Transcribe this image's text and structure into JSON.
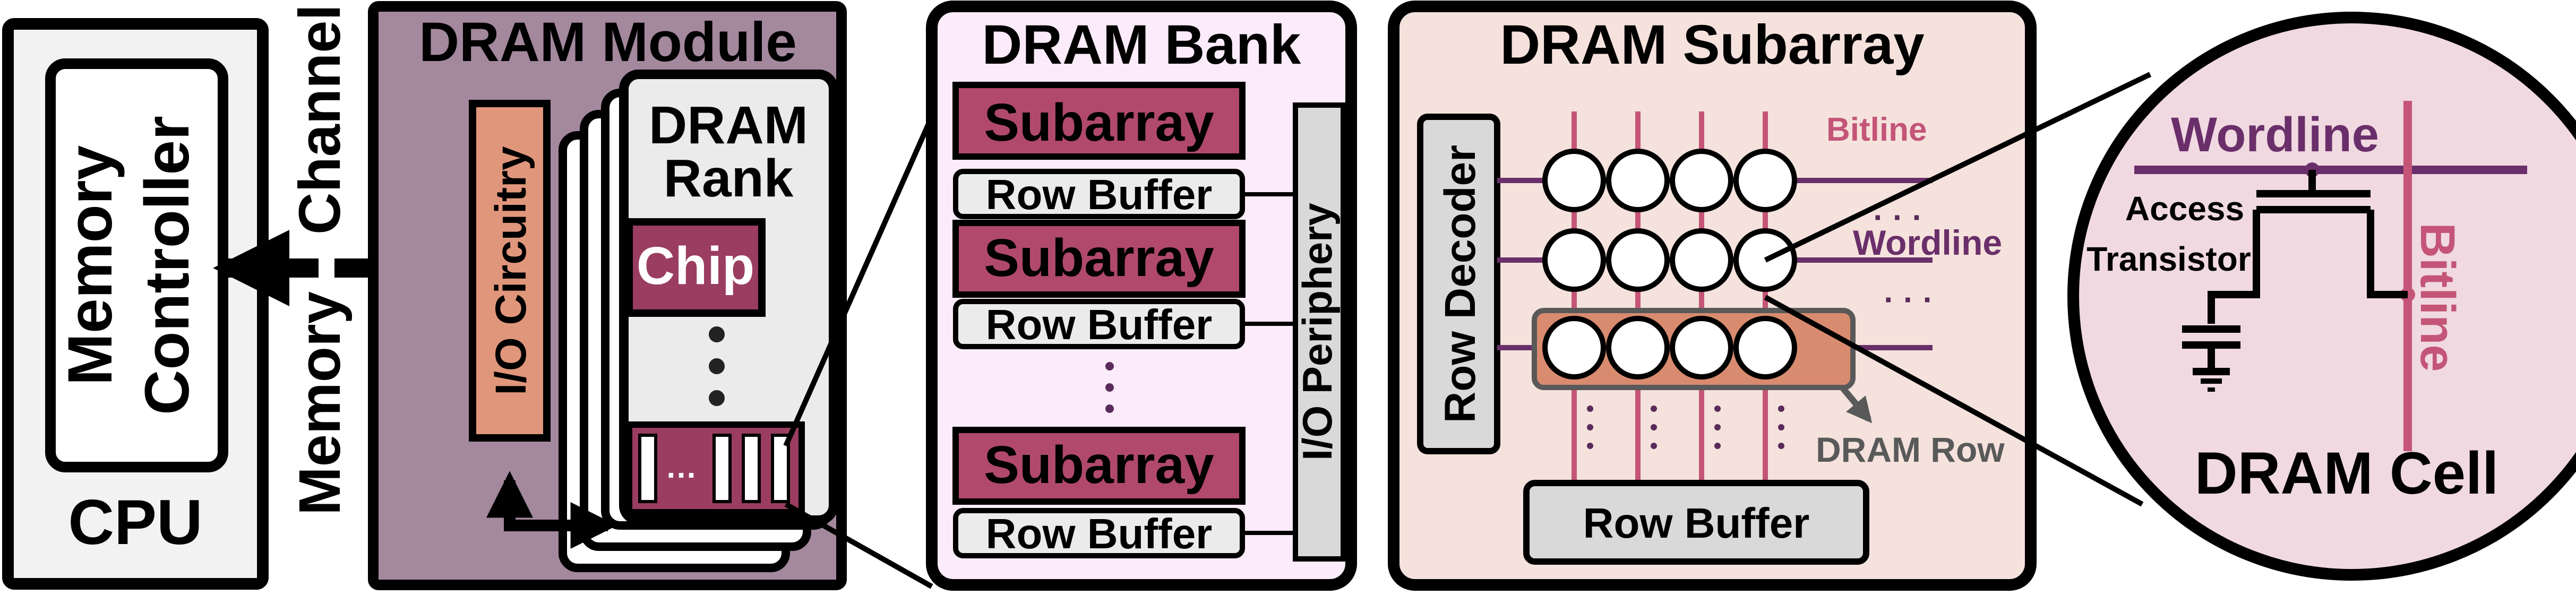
{
  "colors": {
    "cpu_bg": "#f2f2f2",
    "module_bg": "#a4889e",
    "bank_bg": "#fcebfa",
    "subarray_panel_bg": "#f5e2dc",
    "cell_circle_bg": "#f0d9e0",
    "io_circuitry": "#e0967b",
    "subarray_block": "#b1496c",
    "chip_block": "#9a3d60",
    "row_highlight": "#d88b6f",
    "wordline": "#6a2f6a",
    "bitline": "#c45578",
    "grey_box": "#d9d9d9",
    "arrow_grey": "#595959",
    "stroke": "#000000"
  },
  "cpu": {
    "label": "CPU",
    "memory_controller_line1": "Memory",
    "memory_controller_line2": "Controller"
  },
  "channel": {
    "label_line1": "Memory",
    "label_line2": "Channel"
  },
  "module": {
    "title": "DRAM Module",
    "io_label": "I/O Circuitry",
    "rank_line1": "DRAM",
    "rank_line2": "Rank",
    "chip_label": "Chip",
    "chip_dots": "…"
  },
  "bank": {
    "title": "DRAM Bank",
    "subarray_label": "Subarray",
    "row_buffer_label": "Row Buffer",
    "io_periphery_label": "I/O Periphery"
  },
  "subarray": {
    "title": "DRAM Subarray",
    "row_decoder_label": "Row Decoder",
    "row_buffer_label": "Row Buffer",
    "bitline_label": "Bitline",
    "wordline_label": "Wordline",
    "dram_row_label": "DRAM Row",
    "ellipsis": "· · ·"
  },
  "cell": {
    "title": "DRAM Cell",
    "wordline_label": "Wordline",
    "bitline_label": "Bitline",
    "access_label": "Access",
    "transistor_label": "Transistor"
  }
}
